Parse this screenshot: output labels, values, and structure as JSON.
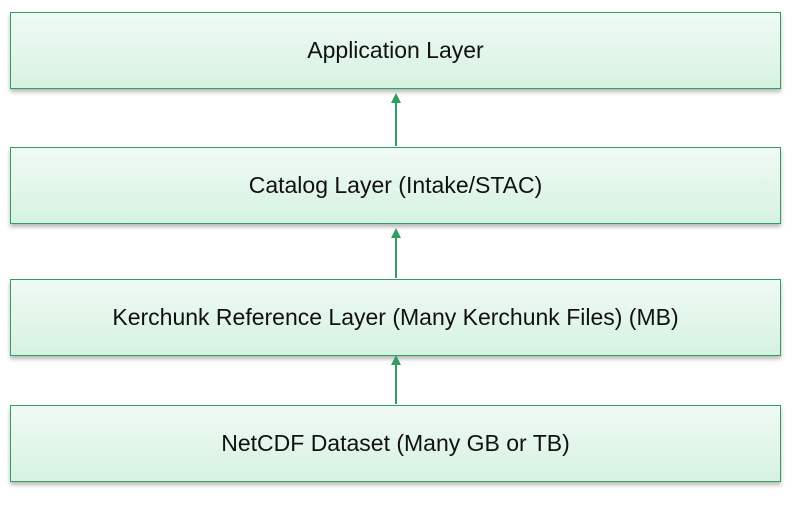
{
  "layers": [
    {
      "label": "Application Layer"
    },
    {
      "label": "Catalog Layer (Intake/STAC)"
    },
    {
      "label": "Kerchunk Reference Layer (Many Kerchunk Files) (MB)"
    },
    {
      "label": "NetCDF Dataset (Many GB or TB)"
    }
  ],
  "colors": {
    "box_fill_top": "#f0faf4",
    "box_fill_bottom": "#d6f2e1",
    "box_border": "#2e9e63",
    "arrow": "#2e9e63",
    "text": "#111111"
  }
}
